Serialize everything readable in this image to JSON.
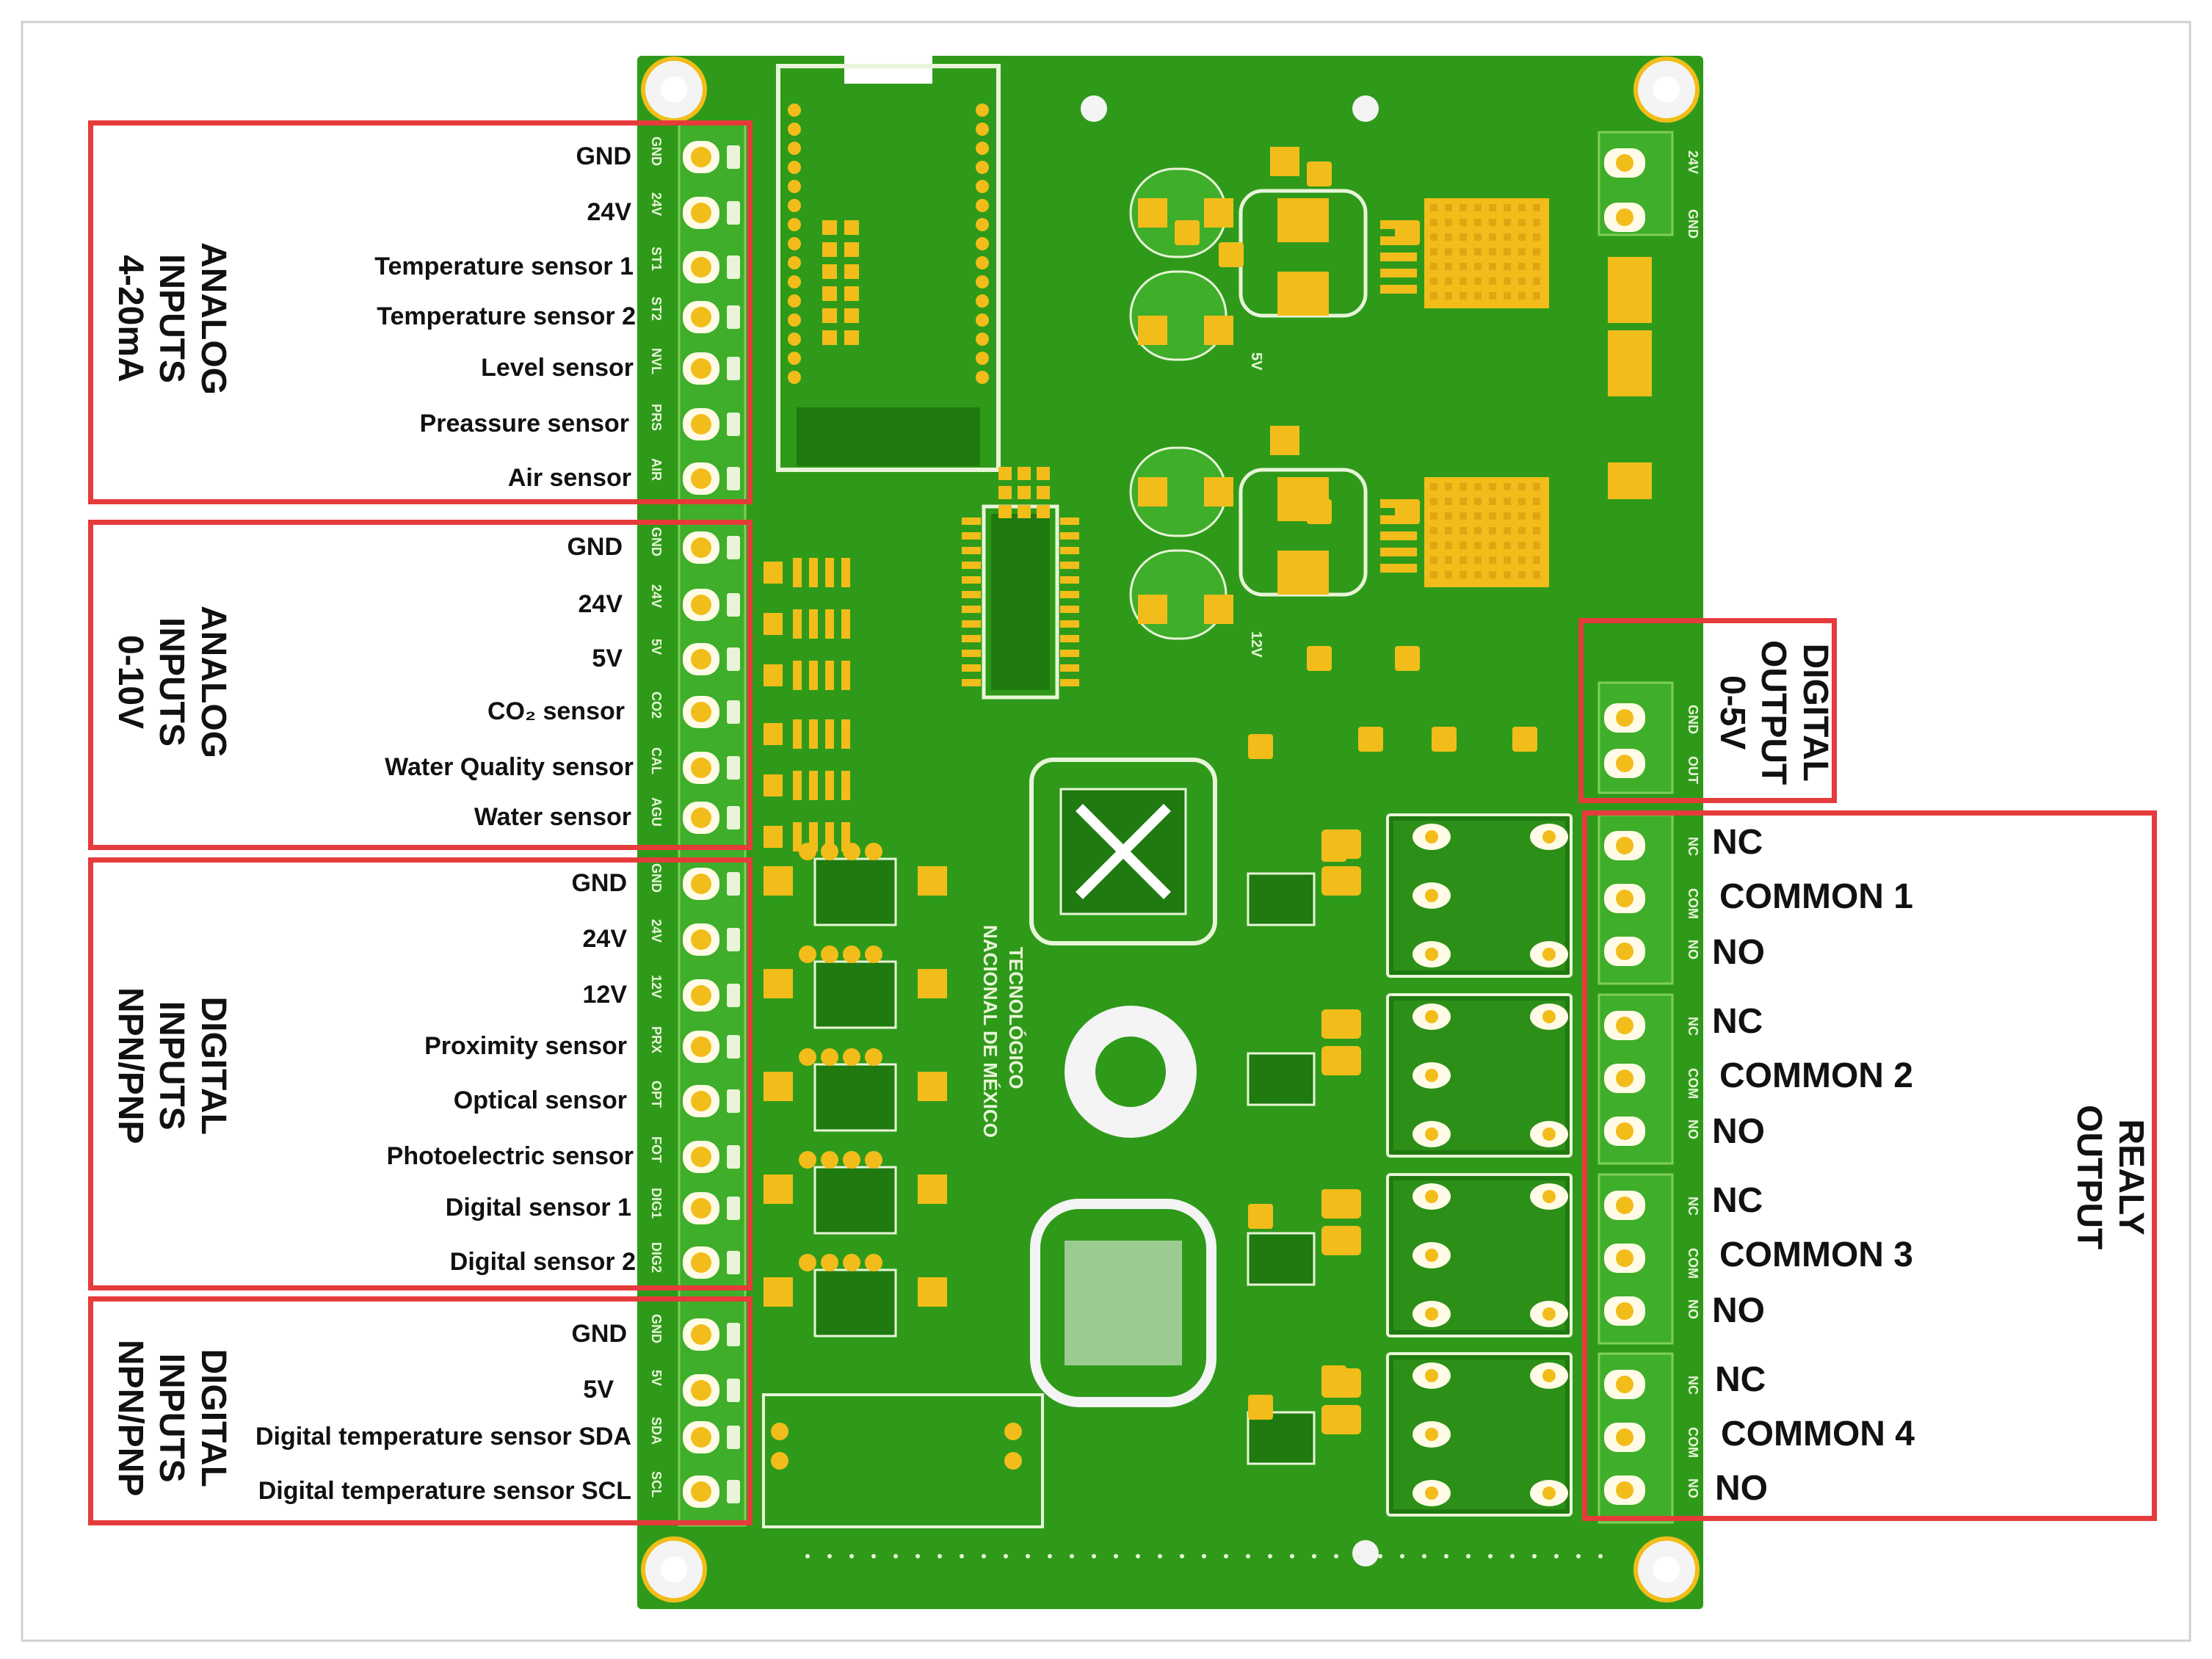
{
  "groups": [
    {
      "title": [
        "ANALOG",
        "INPUTS",
        "4-20mA"
      ],
      "pins": [
        "GND",
        "24V",
        "Temperature sensor 1",
        "Temperature sensor 2",
        "Level sensor",
        "Preassure sensor",
        "Air sensor"
      ],
      "silk": [
        "GND",
        "24V",
        "ST1",
        "ST2",
        "NVL",
        "PRS",
        "AIR"
      ]
    },
    {
      "title": [
        "ANALOG",
        "INPUTS",
        "0-10V"
      ],
      "pins": [
        "GND",
        "24V",
        "5V",
        "CO₂ sensor",
        "Water Quality sensor",
        "Water sensor"
      ],
      "silk": [
        "GND",
        "24V",
        "5V",
        "CO2",
        "CAL",
        "AGU"
      ]
    },
    {
      "title": [
        "DIGITAL",
        "INPUTS",
        "NPN/PNP"
      ],
      "pins": [
        "GND",
        "24V",
        "12V",
        "Proximity sensor",
        "Optical sensor",
        "Photoelectric sensor",
        "Digital sensor 1",
        "Digital sensor 2"
      ],
      "silk": [
        "GND",
        "24V",
        "12V",
        "PRX",
        "OPT",
        "FOT",
        "DIG1",
        "DIG2"
      ]
    },
    {
      "title": [
        "DIGITAL",
        "INPUTS",
        "NPN/PNP"
      ],
      "pins": [
        "GND",
        "5V",
        "Digital temperature sensor SDA",
        "Digital temperature sensor SCL"
      ],
      "silk": [
        "GND",
        "5V",
        "SDA",
        "SCL"
      ]
    }
  ],
  "digital_output": {
    "title": [
      "DIGITAL",
      "OUTPUT",
      "0-5V"
    ],
    "silk": [
      "GND",
      "OUT"
    ]
  },
  "relay_output": {
    "title": [
      "REALY",
      "OUTPUT"
    ],
    "relays": [
      {
        "nc": "NC",
        "common": "COMMON 1",
        "no": "NO"
      },
      {
        "nc": "NC",
        "common": "COMMON 2",
        "no": "NO"
      },
      {
        "nc": "NC",
        "common": "COMMON 3",
        "no": "NO"
      },
      {
        "nc": "NC",
        "common": "COMMON 4",
        "no": "NO"
      }
    ],
    "silk": [
      "NC",
      "COM",
      "NO"
    ]
  },
  "board": {
    "institution": [
      "TECNOLÓGICO",
      "NACIONAL DE MÉXICO"
    ],
    "rail_labels": [
      "24V",
      "GND"
    ],
    "reg_labels": [
      "5V",
      "12V"
    ],
    "colors": {
      "pcb": "#2f9a1a",
      "pcb_dark": "#1f7a0f",
      "pad": "#f2bd1a",
      "silk": "#e8f5d8",
      "frame": "#e53b3b"
    }
  }
}
